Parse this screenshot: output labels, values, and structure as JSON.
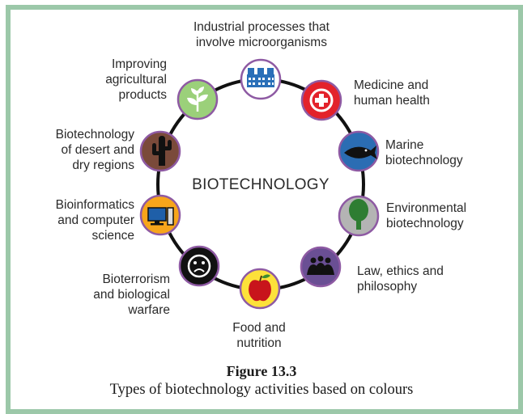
{
  "diagram": {
    "center": "BIOTECHNOLOGY",
    "figure_number": "Figure 13.3",
    "caption": "Types of biotechnology activities based on colours",
    "nodes": [
      {
        "id": "industrial",
        "label": "Industrial processes that involve microorganisms",
        "lines": [
          "Industrial processes that",
          "involve microorganisms"
        ],
        "color": "#ffffff",
        "icon": "factory-icon"
      },
      {
        "id": "medicine",
        "label": "Medicine and human health",
        "lines": [
          "Medicine and",
          "human health"
        ],
        "color": "#e3222b",
        "icon": "medical-cross-icon"
      },
      {
        "id": "marine",
        "label": "Marine biotechnology",
        "lines": [
          "Marine",
          "biotechnology"
        ],
        "color": "#2b6db3",
        "icon": "fish-icon"
      },
      {
        "id": "environmental",
        "label": "Environmental biotechnology",
        "lines": [
          "Environmental",
          "biotechnology"
        ],
        "color": "#b4b4b4",
        "icon": "tree-icon"
      },
      {
        "id": "law",
        "label": "Law, ethics and philosophy",
        "lines": [
          "Law, ethics and",
          "philosophy"
        ],
        "color": "#6a4f94",
        "icon": "people-icon"
      },
      {
        "id": "food",
        "label": "Food and nutrition",
        "lines": [
          "Food and",
          "nutrition"
        ],
        "color": "#fde13a",
        "icon": "apple-icon"
      },
      {
        "id": "bioterrorism",
        "label": "Bioterrorism and biological warfare",
        "lines": [
          "Bioterrorism",
          "and biological",
          "warfare"
        ],
        "color": "#111111",
        "icon": "frown-face-icon"
      },
      {
        "id": "bioinformatics",
        "label": "Bioinformatics and computer science",
        "lines": [
          "Bioinformatics",
          "and computer",
          "science"
        ],
        "color": "#f7a51b",
        "icon": "computer-icon"
      },
      {
        "id": "desert",
        "label": "Biotechnology of desert and dry regions",
        "lines": [
          "Biotechnology",
          "of desert and",
          "dry regions"
        ],
        "color": "#7a4a3a",
        "icon": "cactus-icon"
      },
      {
        "id": "agricultural",
        "label": "Improving agricultural products",
        "lines": [
          "Improving",
          "agricultural",
          "products"
        ],
        "color": "#9bd07a",
        "icon": "plant-icon"
      }
    ]
  }
}
